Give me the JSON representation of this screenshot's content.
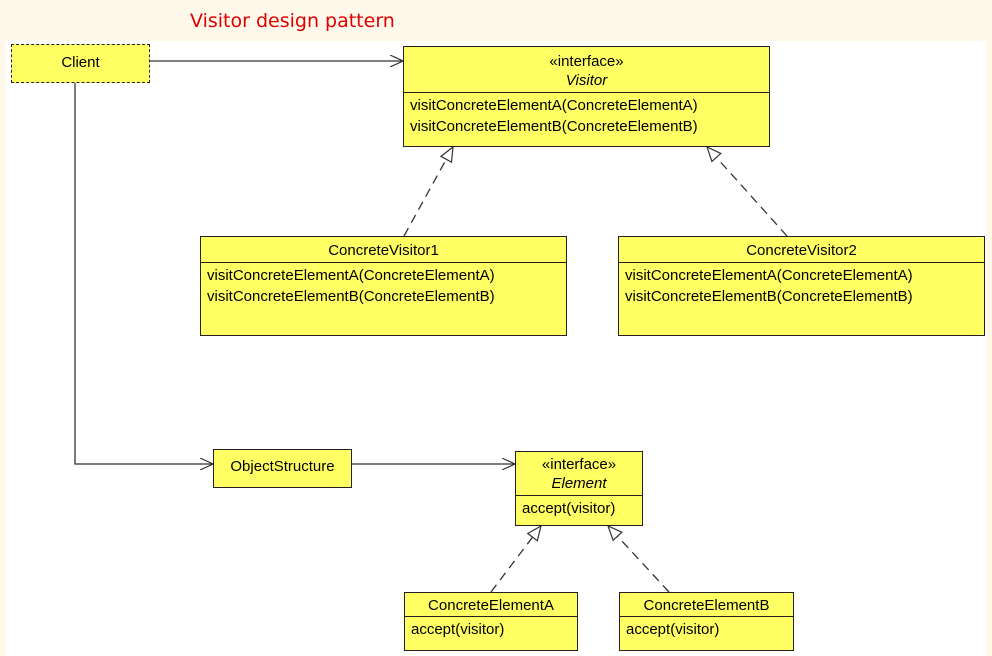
{
  "title": "Visitor design pattern",
  "colors": {
    "title": "#e00000",
    "class_fill": "#ffff64",
    "page_background": "#fff9ec",
    "canvas_background": "#ffffff"
  },
  "classes": {
    "client": {
      "name": "Client"
    },
    "visitor": {
      "stereotype": "«interface»",
      "name": "Visitor",
      "ops": [
        "visitConcreteElementA(ConcreteElementA)",
        "visitConcreteElementB(ConcreteElementB)"
      ]
    },
    "concrete_visitor1": {
      "name": "ConcreteVisitor1",
      "ops": [
        "visitConcreteElementA(ConcreteElementA)",
        "visitConcreteElementB(ConcreteElementB)"
      ]
    },
    "concrete_visitor2": {
      "name": "ConcreteVisitor2",
      "ops": [
        "visitConcreteElementA(ConcreteElementA)",
        "visitConcreteElementB(ConcreteElementB)"
      ]
    },
    "object_structure": {
      "name": "ObjectStructure"
    },
    "element": {
      "stereotype": "«interface»",
      "name": "Element",
      "ops": [
        "accept(visitor)"
      ]
    },
    "concrete_element_a": {
      "name": "ConcreteElementA",
      "ops": [
        "accept(visitor)"
      ]
    },
    "concrete_element_b": {
      "name": "ConcreteElementB",
      "ops": [
        "accept(visitor)"
      ]
    }
  },
  "relationships": [
    {
      "from": "Client",
      "to": "Visitor",
      "kind": "association"
    },
    {
      "from": "Client",
      "to": "ObjectStructure",
      "kind": "association"
    },
    {
      "from": "ObjectStructure",
      "to": "Element",
      "kind": "association"
    },
    {
      "from": "ConcreteVisitor1",
      "to": "Visitor",
      "kind": "realization"
    },
    {
      "from": "ConcreteVisitor2",
      "to": "Visitor",
      "kind": "realization"
    },
    {
      "from": "ConcreteElementA",
      "to": "Element",
      "kind": "realization"
    },
    {
      "from": "ConcreteElementB",
      "to": "Element",
      "kind": "realization"
    }
  ]
}
